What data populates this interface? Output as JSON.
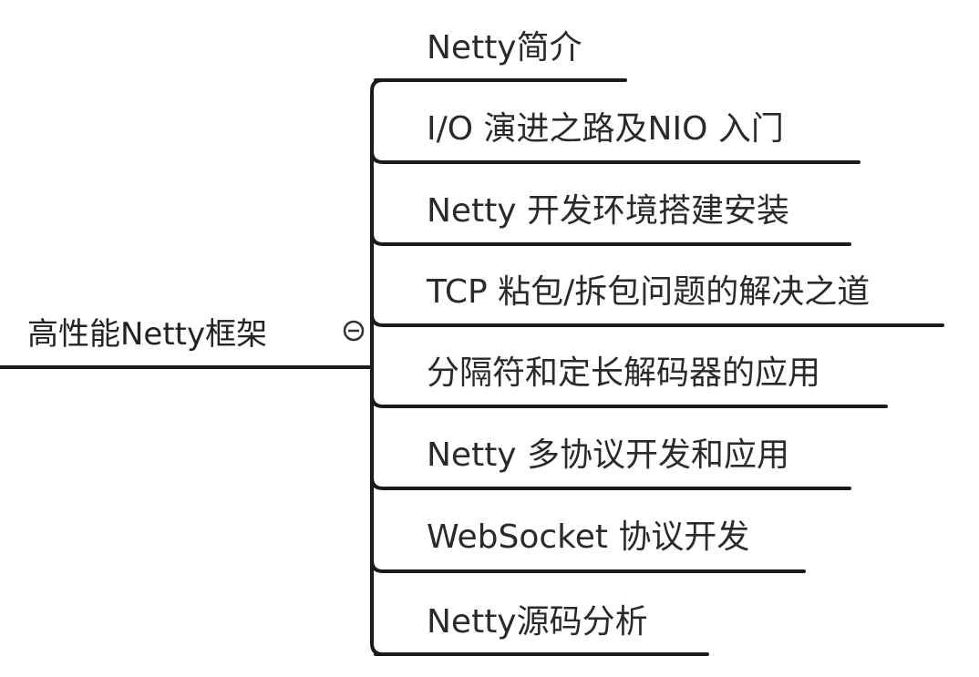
{
  "mindmap": {
    "root": {
      "label": "高性能Netty框架",
      "toggle_icon": "collapse-minus-icon"
    },
    "children": [
      {
        "label": "Netty简介"
      },
      {
        "label": "I/O 演进之路及NIO 入门"
      },
      {
        "label": "Netty 开发环境搭建安装"
      },
      {
        "label": "TCP 粘包/拆包问题的解决之道"
      },
      {
        "label": "分隔符和定长解码器的应用"
      },
      {
        "label": "Netty 多协议开发和应用"
      },
      {
        "label": "WebSocket 协议开发"
      },
      {
        "label": "Netty源码分析"
      }
    ]
  }
}
